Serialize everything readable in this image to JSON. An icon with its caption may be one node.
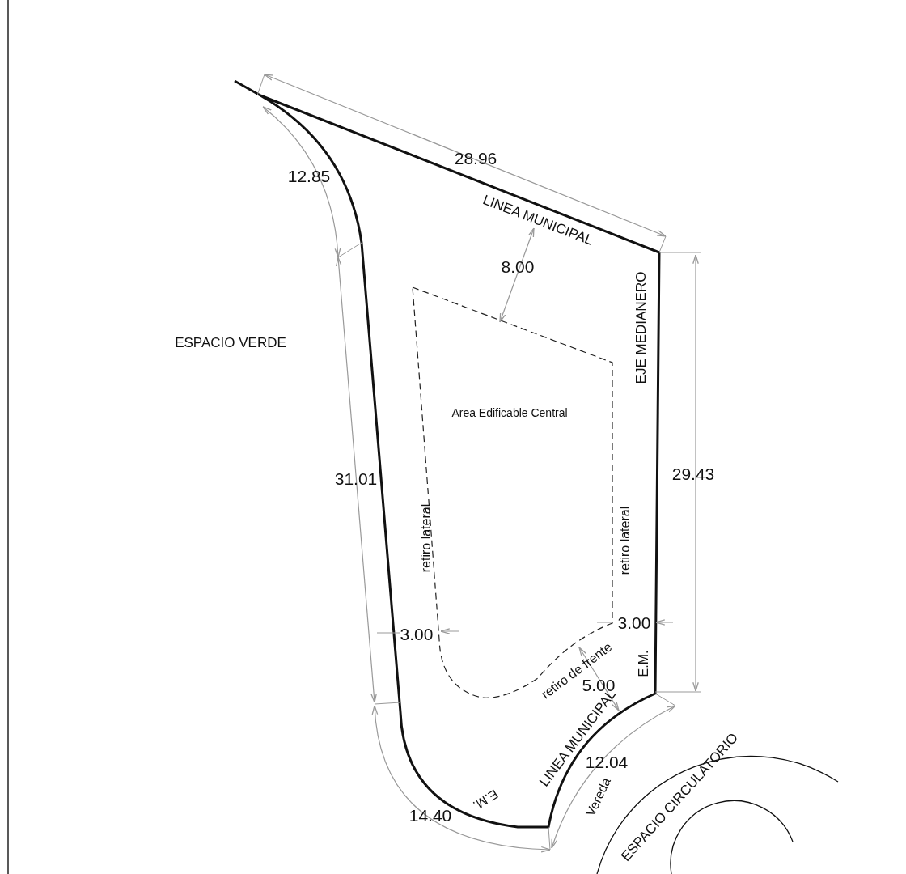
{
  "diagram": {
    "nodes": [
      {
        "text": [
          "Area Edificable Central"
        ]
      }
    ],
    "labels": [
      "28.96",
      "12.85",
      "LINEA MUNICIPAL",
      "8.00",
      "EJE MEDIANERO",
      "ESPACIO VERDE",
      "31.01",
      "29.43",
      "retiro lateral",
      "retiro lateral",
      "3.00",
      "3.00",
      "retiro de frente",
      "E.M.",
      "5.00",
      "LINEA MUNICIPAL",
      "12.04",
      "E.M.",
      "Vereda",
      "14.40",
      "ESPACIO CIRCULATORIO"
    ]
  }
}
